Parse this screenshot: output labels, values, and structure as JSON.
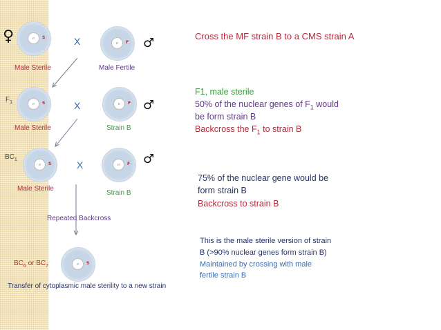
{
  "colors": {
    "accent_red": "#b22a3a",
    "accent_purple": "#5f3a86",
    "accent_green": "#3b9a3b",
    "accent_blue": "#3a6cb0",
    "cell_fill": "#c6d6e7",
    "sidebar_fill": "#f2e2b6"
  },
  "symbols": {
    "female": "♀",
    "male": "♂",
    "cross": "X"
  },
  "nuclear_genotype": "rr",
  "row1": {
    "female_label": "Male Sterile",
    "female_cyto": "S",
    "male_label": "Male Fertile",
    "male_cyto": "F"
  },
  "row2": {
    "gen_label": "F",
    "gen_sub": "1",
    "female_label": "Male Sterile",
    "female_cyto": "S",
    "male_label": "Strain B",
    "male_cyto": "F"
  },
  "row3": {
    "gen_label": "BC",
    "gen_sub": "1",
    "female_label": "Male Sterile",
    "female_cyto": "S",
    "male_label": "Strain B",
    "male_cyto": "F"
  },
  "repeated_label": "Repeated Backcross",
  "final": {
    "gen_a": "BC",
    "gen_a_sub": "6",
    "gen_or": "or BC",
    "gen_b_sub": "7",
    "cyto": "S",
    "caption": "Transfer of cytoplasmic male sterility to a new strain"
  },
  "notes": {
    "cross_title": "Cross  the MF strain B to a CMS strain A",
    "f1_line1": "F1, male sterile",
    "f1_line2_pre": "50% of the nuclear genes of F",
    "f1_line2_sub": "1",
    "f1_line2_post": " would",
    "f1_line3": "be form strain B",
    "f1_line4_pre": "Backcross the F",
    "f1_line4_sub": "1",
    "f1_line4_post": " to strain B",
    "bc_line1": "75% of the nuclear gene would be",
    "bc_line2": "form strain B",
    "bc_line3": "Backcross to strain B",
    "final_line1": "This is the male sterile version of strain",
    "final_line2": "B (>90% nuclear genes form strain B)",
    "final_line3": "Maintained by crossing with male",
    "final_line4": "fertile strain B"
  }
}
